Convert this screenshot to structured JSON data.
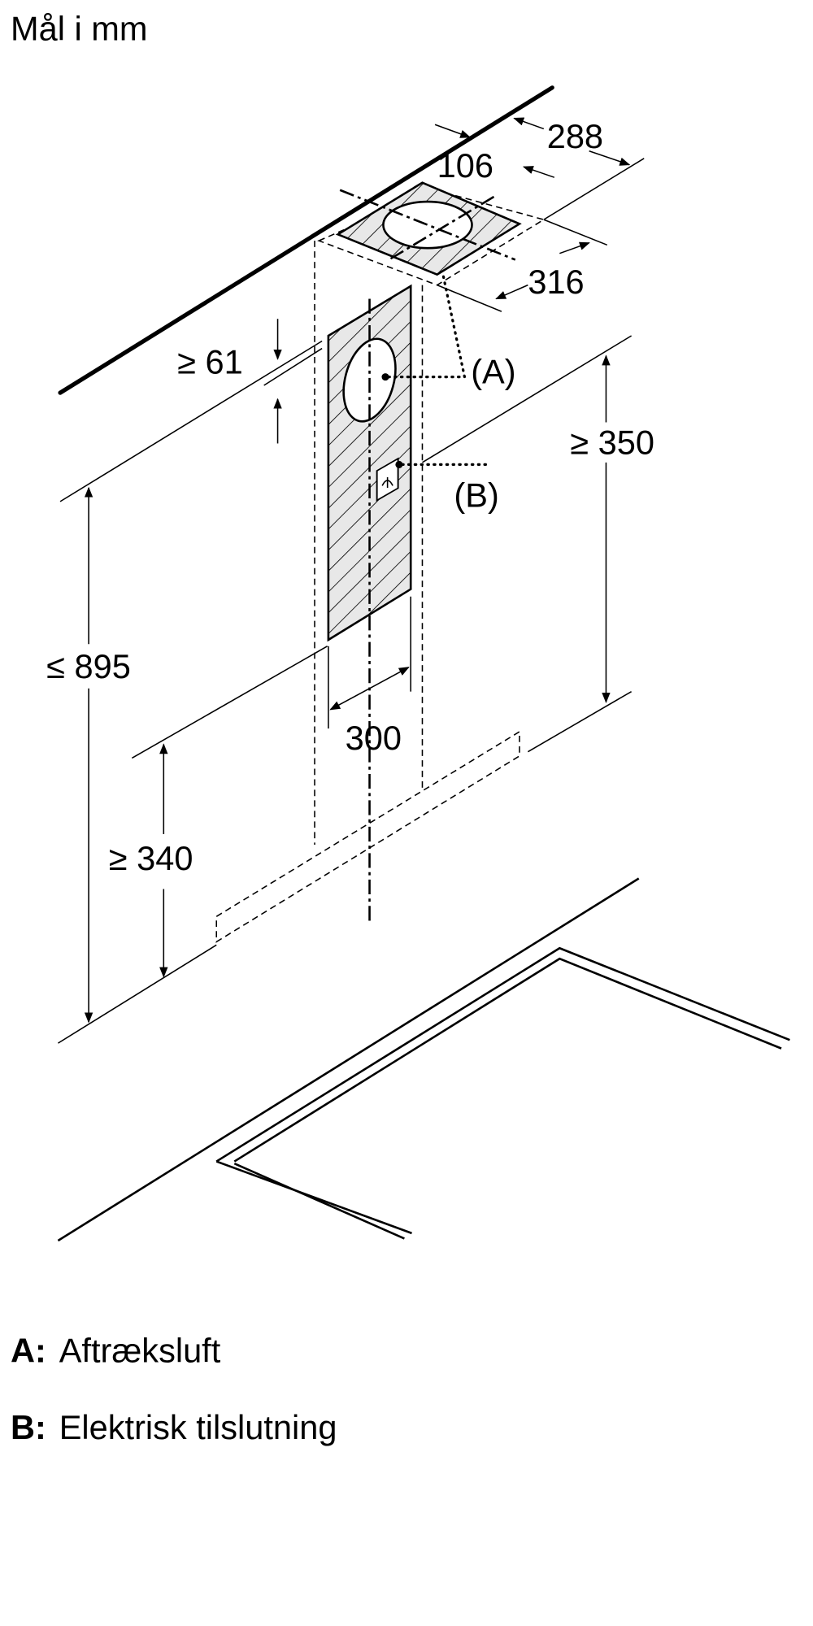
{
  "title": "Mål i mm",
  "dimensions": {
    "d288": "288",
    "d106": "106",
    "d316": "316",
    "d61": "≥ 61",
    "d350": "≥ 350",
    "d895": "≤ 895",
    "d300": "300",
    "d340": "≥ 340"
  },
  "callouts": {
    "a": "(A)",
    "b": "(B)"
  },
  "legend": [
    {
      "key": "A:",
      "label": "Aftræksluft"
    },
    {
      "key": "B:",
      "label": "Elektrisk tilslutning"
    }
  ]
}
